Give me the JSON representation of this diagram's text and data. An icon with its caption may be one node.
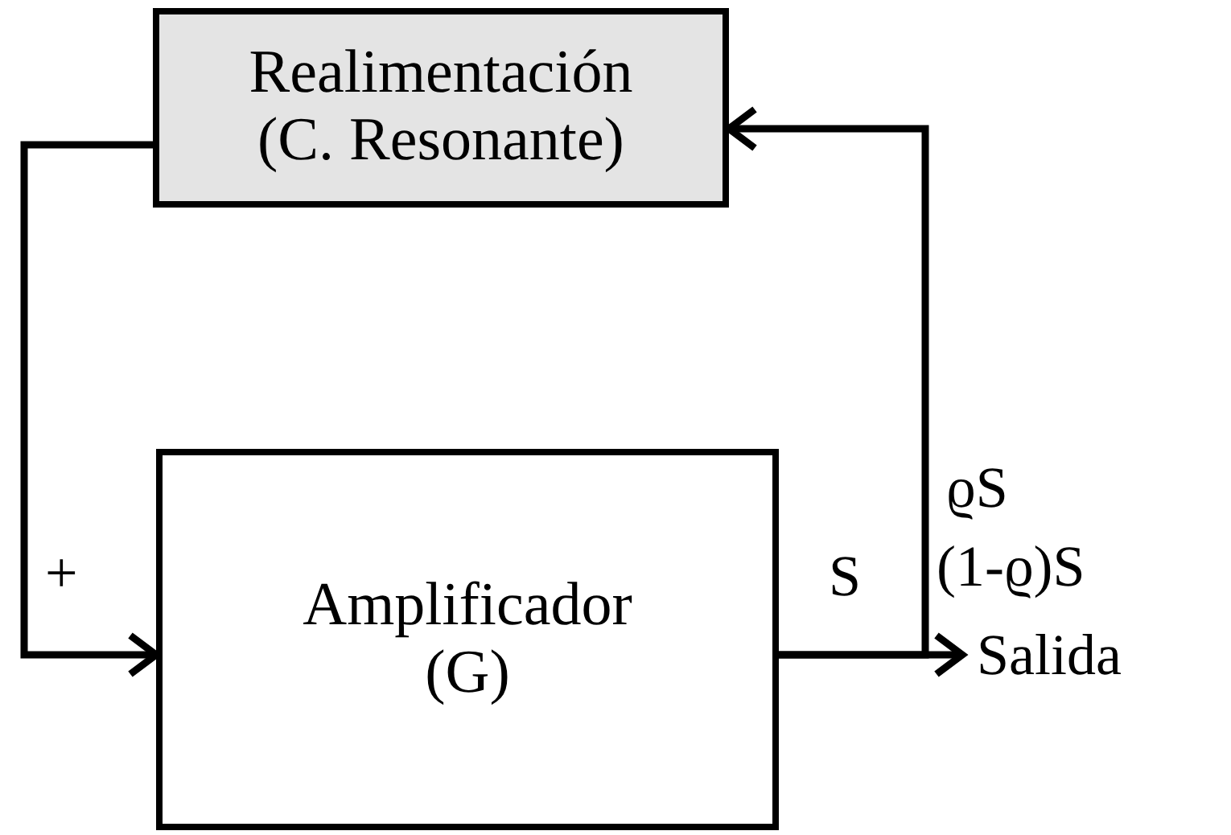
{
  "diagram": {
    "nodes": [
      {
        "text": [
          "Realimentación (C. Resonante)"
        ]
      },
      {
        "text": [
          "Amplificador (G)"
        ]
      },
      {
        "text": [
          "Salida"
        ]
      }
    ],
    "edges": [
      {
        "from": 0,
        "to": 1,
        "arrow": "to"
      },
      {
        "from": 1,
        "to": 2,
        "arrow": "to"
      },
      {
        "from": 1,
        "to": 0,
        "arrow": "to",
        "label": "ϱS"
      }
    ],
    "labels": [
      "+",
      "S",
      "(1-ϱ)S"
    ]
  }
}
